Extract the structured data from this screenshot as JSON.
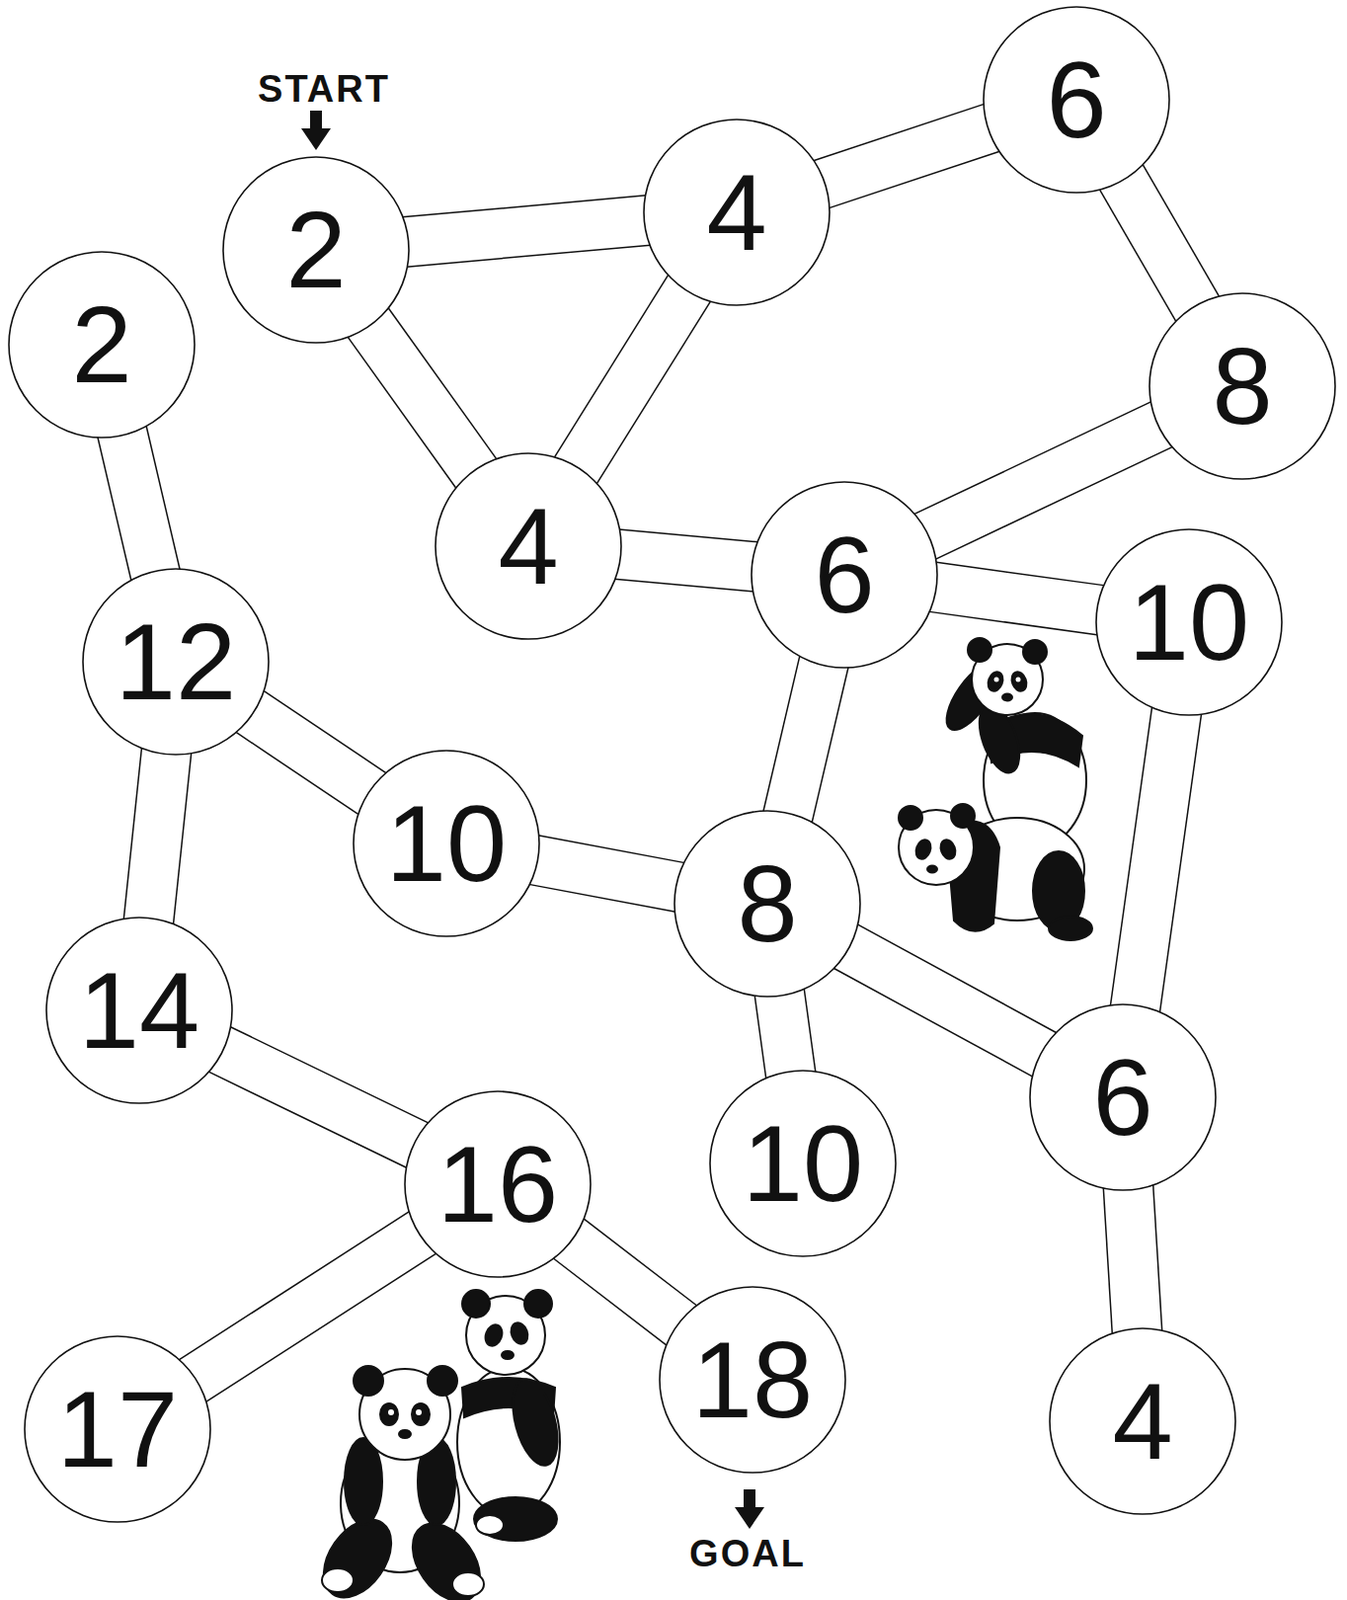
{
  "diagram": {
    "nodes": [
      {
        "text": [
          "2"
        ]
      },
      {
        "text": [
          "4"
        ]
      },
      {
        "text": [
          "6"
        ]
      },
      {
        "text": [
          "2"
        ]
      },
      {
        "text": [
          "8"
        ]
      },
      {
        "text": [
          "4"
        ]
      },
      {
        "text": [
          "6"
        ]
      },
      {
        "text": [
          "10"
        ]
      },
      {
        "text": [
          "12"
        ]
      },
      {
        "text": [
          "10"
        ]
      },
      {
        "text": [
          "8"
        ]
      },
      {
        "text": [
          "14"
        ]
      },
      {
        "text": [
          "6"
        ]
      },
      {
        "text": [
          "16"
        ]
      },
      {
        "text": [
          "10"
        ]
      },
      {
        "text": [
          "18"
        ]
      },
      {
        "text": [
          "17"
        ]
      },
      {
        "text": [
          "4"
        ]
      }
    ],
    "edges": [
      {
        "from": 0,
        "to": 1,
        "arrow": "none"
      },
      {
        "from": 0,
        "to": 5,
        "arrow": "none"
      },
      {
        "from": 1,
        "to": 5,
        "arrow": "none"
      },
      {
        "from": 1,
        "to": 2,
        "arrow": "none"
      },
      {
        "from": 2,
        "to": 4,
        "arrow": "none"
      },
      {
        "from": 4,
        "to": 6,
        "arrow": "none"
      },
      {
        "from": 5,
        "to": 6,
        "arrow": "none"
      },
      {
        "from": 6,
        "to": 7,
        "arrow": "none"
      },
      {
        "from": 6,
        "to": 10,
        "arrow": "none"
      },
      {
        "from": 7,
        "to": 12,
        "arrow": "none"
      },
      {
        "from": 10,
        "to": 12,
        "arrow": "none"
      },
      {
        "from": 10,
        "to": 14,
        "arrow": "none"
      },
      {
        "from": 9,
        "to": 10,
        "arrow": "none"
      },
      {
        "from": 8,
        "to": 9,
        "arrow": "none"
      },
      {
        "from": 3,
        "to": 8,
        "arrow": "none"
      },
      {
        "from": 8,
        "to": 11,
        "arrow": "none"
      },
      {
        "from": 11,
        "to": 13,
        "arrow": "none"
      },
      {
        "from": 13,
        "to": 16,
        "arrow": "none"
      },
      {
        "from": 13,
        "to": 15,
        "arrow": "none"
      },
      {
        "from": 12,
        "to": 17,
        "arrow": "none"
      }
    ],
    "labels": [
      "START",
      "GOAL"
    ]
  }
}
